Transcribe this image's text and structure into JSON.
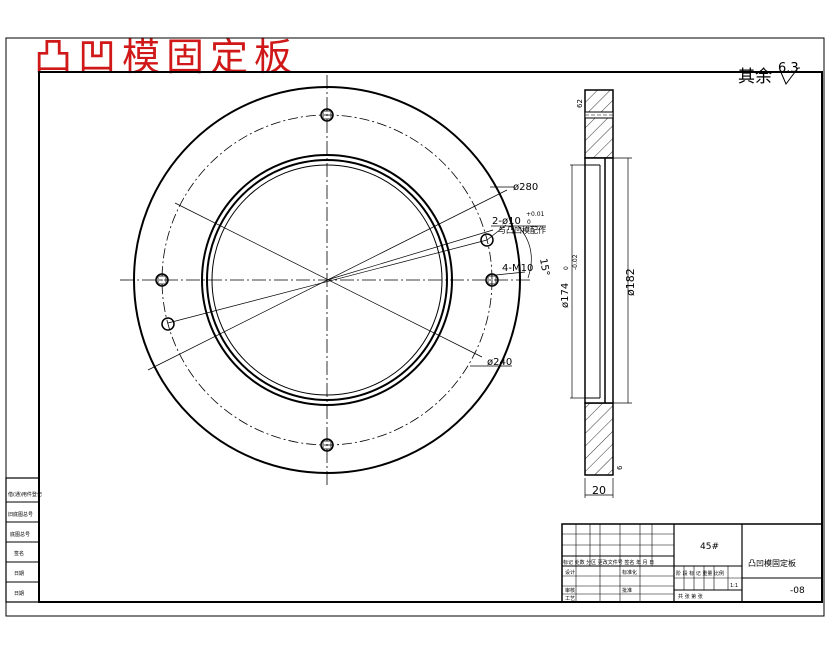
{
  "title_overlay": "凸凹模固定板",
  "roughness": {
    "prefix": "其余",
    "value": "6.3"
  },
  "front_view": {
    "dim_outer": "ø280",
    "dim_bolt": "ø240",
    "dim_pin": "2-ø10",
    "dim_pin_tol_upper": "+0.01",
    "dim_pin_tol_lower": "0",
    "pin_note": "与凸凹模配作",
    "dim_holes": "4-M10",
    "angle": "15°"
  },
  "section_view": {
    "dim_inner": "ø174",
    "dim_inner_tol": "-0.02",
    "dim_inner_tol0": "0",
    "dim_recess": "ø182",
    "dim_thickness": "20",
    "small_a": "62",
    "small_b": "6"
  },
  "left_strip": {
    "items": [
      "借(通)用件登记",
      "旧底图总号",
      "底图总号",
      "签名",
      "日期",
      "日期"
    ]
  },
  "title_block": {
    "material": "45#",
    "part_name": "凸凹模固定板",
    "drawing_no": "-08",
    "header_row": "标记 处数 分区 更改文件号 签名 年 月 日",
    "design": "设计",
    "standardize": "标准化",
    "review": "审核",
    "process": "工艺",
    "approve": "批准",
    "stage_labels": "阶 段 标 记  重量 比例",
    "scale": "1:1",
    "sheets": "共   张  第   张"
  }
}
